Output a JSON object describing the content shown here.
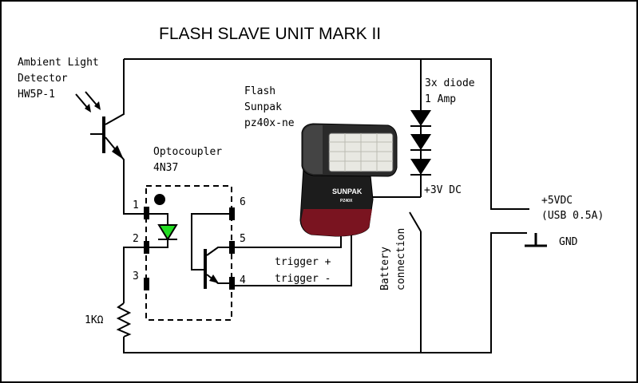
{
  "title": "FLASH SLAVE UNIT MARK II",
  "labels": {
    "detector_line1": "Ambient Light",
    "detector_line2": "Detector",
    "detector_line3": "HW5P-1",
    "optocoupler_line1": "Optocoupler",
    "optocoupler_line2": "4N37",
    "flash_line1": "Flash",
    "flash_line2": "Sunpak",
    "flash_line3": "pz40x-ne",
    "diode_line1": "3x diode",
    "diode_line2": "1 Amp",
    "dc3v": "+3V DC",
    "supply_line1": "+5VDC",
    "supply_line2": "(USB 0.5A)",
    "gnd": "GND",
    "trigger_plus": "trigger +",
    "trigger_minus": "trigger -",
    "battery_line1": "Battery",
    "battery_line2": "connection",
    "resistor": "1KΩ",
    "brand": "SUNPAK",
    "model": "PZ40X"
  },
  "pins": [
    "1",
    "2",
    "3",
    "4",
    "5",
    "6"
  ],
  "colors": {
    "led": "#22dd22",
    "wire": "#000000",
    "flash_body": "#1c1c1c",
    "flash_red": "#7a1420"
  }
}
